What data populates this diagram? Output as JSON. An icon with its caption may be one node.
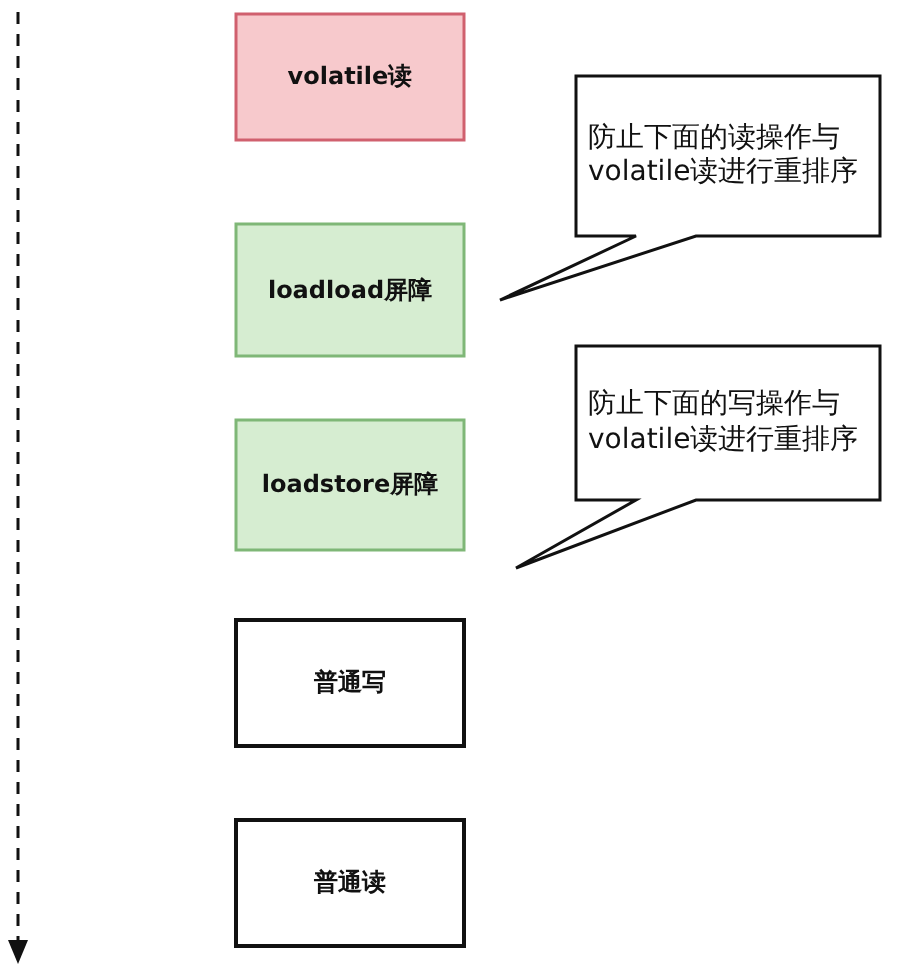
{
  "diagram": {
    "nodes": [
      {
        "text": [
          "volatile读"
        ]
      },
      {
        "text": [
          "loadload屏障"
        ]
      },
      {
        "text": [
          "loadstore屏障"
        ]
      },
      {
        "text": [
          "普通写"
        ]
      },
      {
        "text": [
          "普通读"
        ]
      },
      {
        "text": [
          "防止下面的读操作与volatile读进行重排序"
        ]
      },
      {
        "text": [
          "防止下面的写操作与volatile读进行重排序"
        ]
      }
    ]
  }
}
